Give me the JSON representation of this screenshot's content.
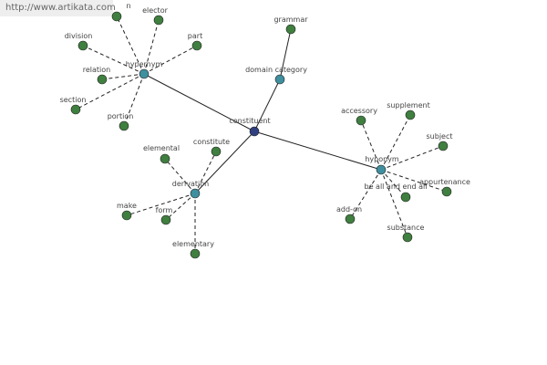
{
  "watermark": "http://www.artikata.com",
  "colors": {
    "hub": "#2f3f7f",
    "category": "#3f8f9f",
    "leaf": "#3f7f3f"
  },
  "nodes": {
    "center": "constituent",
    "hypernym": "hypernym",
    "domain_category": "domain category",
    "hyponym": "hyponym",
    "derivation": "derivation",
    "grammar": "grammar",
    "hypernym_leaves": [
      "n",
      "elector",
      "division",
      "part",
      "relation",
      "section",
      "portion"
    ],
    "hyponym_leaves": [
      "accessory",
      "supplement",
      "subject",
      "be all and end all",
      "appurtenance",
      "add-on",
      "substance"
    ],
    "derivation_leaves": [
      "elemental",
      "constitute",
      "make",
      "form",
      "elementary"
    ]
  }
}
